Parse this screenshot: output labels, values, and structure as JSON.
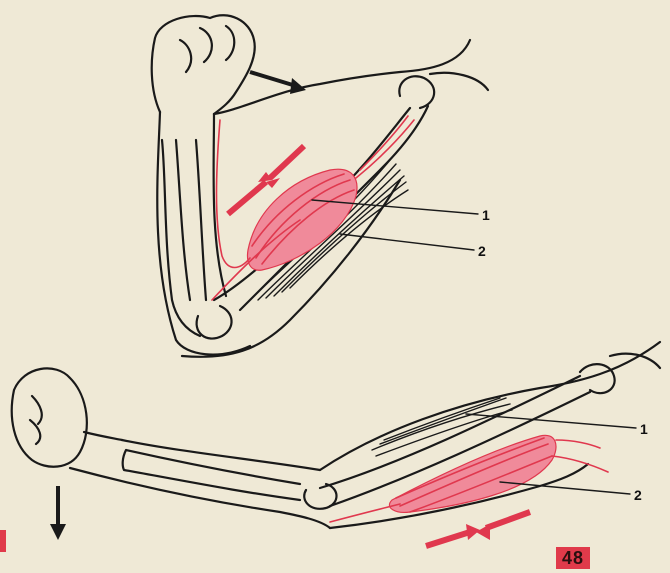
{
  "diagram": {
    "top_arm": {
      "label_1": "1",
      "label_2": "2"
    },
    "bottom_arm": {
      "label_1": "1",
      "label_2": "2"
    },
    "page_number": "48",
    "colors": {
      "muscle_contracted": "#e0384e",
      "outline": "#1a1a1a",
      "paper": "#efe9d6"
    }
  }
}
